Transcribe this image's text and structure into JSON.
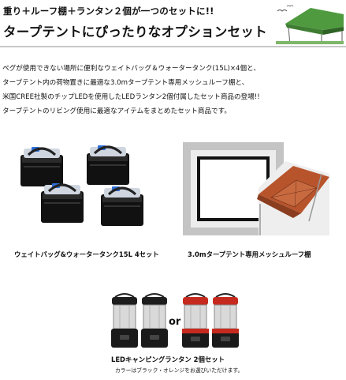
{
  "header": {
    "line1": "重り＋ルーフ棚＋ランタン２個が一つのセットに!!",
    "line2": "タープテントにぴったりなオプションセット"
  },
  "description": {
    "lines": [
      "ペグが使用できない場所に便利なウェイトバッグ＆ウォータータンク(15L)×4個と、",
      "タープテント内の荷物置きに最適な3.0mタープテント専用メッシュルーフ棚と、",
      "米国CREE社製のチップLEDを使用したLEDランタン2個付属したセット商品の登場!!",
      "タープテントのリビング使用に最適なアイテムをまとめたセット商品です。"
    ]
  },
  "products": {
    "weight_bag": {
      "caption": "ウェイトバッグ&ウォータータンク15L 4セット"
    },
    "roof_shelf": {
      "caption": "3.0mタープテント専用メッシュルーフ棚"
    },
    "lantern": {
      "caption": "LEDキャンピングランタン 2個セット",
      "subcaption": "カラーはブラック・オレンジをお選びいただけます。",
      "or_label": "or"
    }
  },
  "colors": {
    "tent_green": "#4f9a3f",
    "tent_orange": "#b8542c",
    "lantern_red": "#c62a1f",
    "bag_blue": "#2e6fd8"
  }
}
